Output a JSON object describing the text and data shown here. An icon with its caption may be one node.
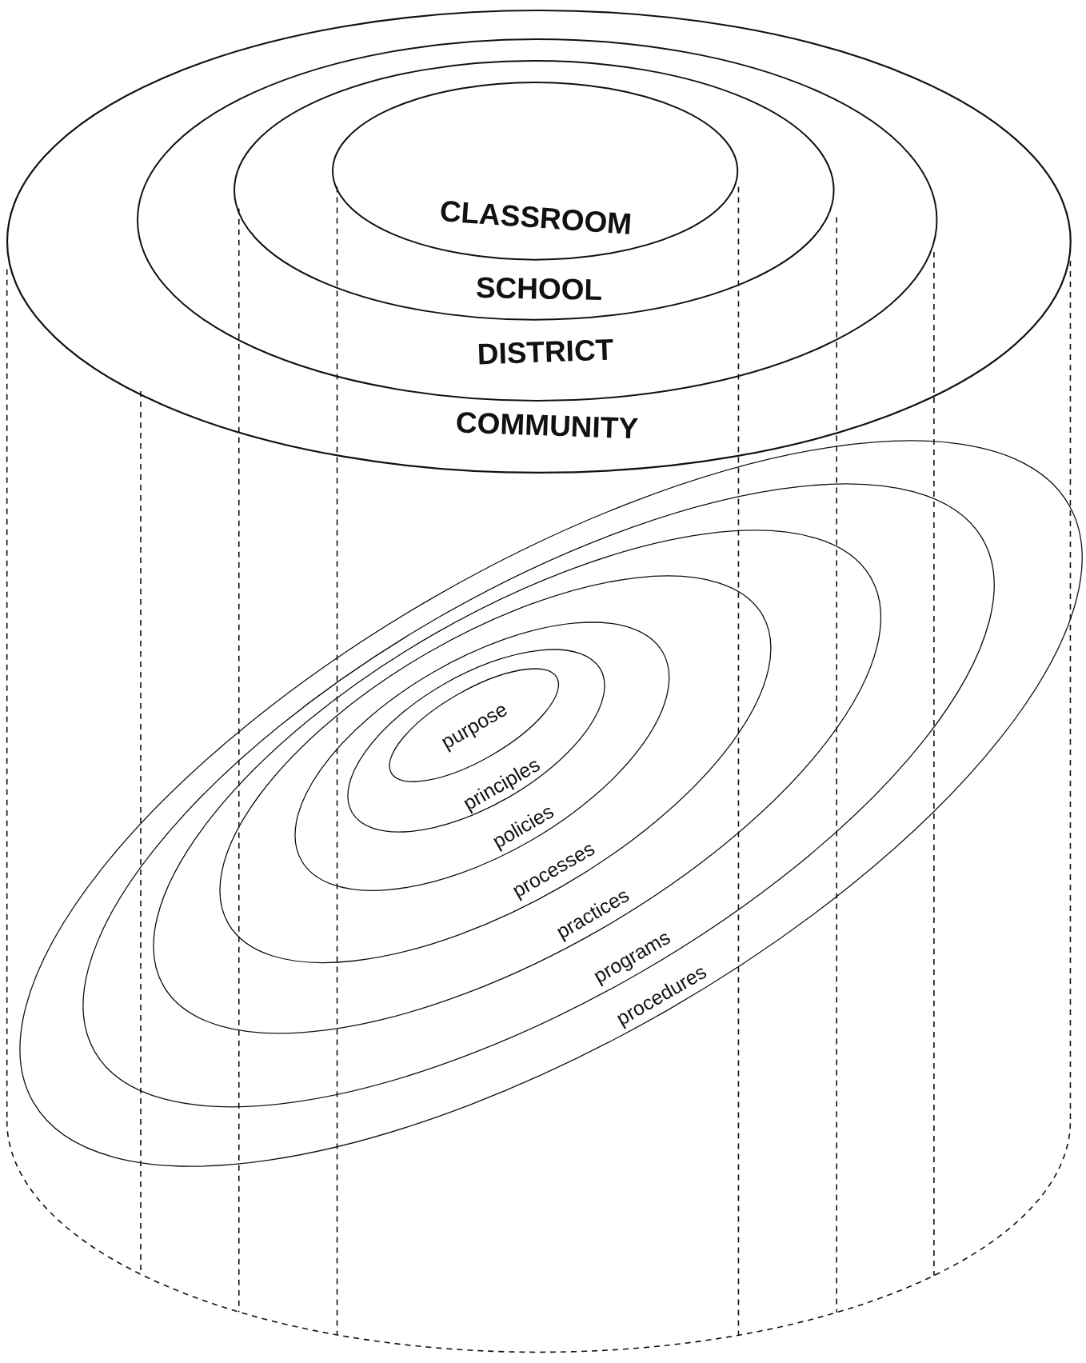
{
  "diagram": {
    "nodes": [
      {
        "text": [
          "COMMUNITY"
        ]
      },
      {
        "text": [
          "DISTRICT"
        ],
        "in": 0
      },
      {
        "text": [
          "SCHOOL"
        ],
        "in": 1
      },
      {
        "text": [
          "CLASSROOM"
        ],
        "in": 2
      },
      {
        "text": [
          "procedures"
        ]
      },
      {
        "text": [
          "programs"
        ],
        "in": 4
      },
      {
        "text": [
          "practices"
        ],
        "in": 5
      },
      {
        "text": [
          "processes"
        ],
        "in": 6
      },
      {
        "text": [
          "policies"
        ],
        "in": 7
      },
      {
        "text": [
          "principles"
        ],
        "in": 8
      },
      {
        "text": [
          "purpose"
        ],
        "in": 9
      }
    ]
  }
}
